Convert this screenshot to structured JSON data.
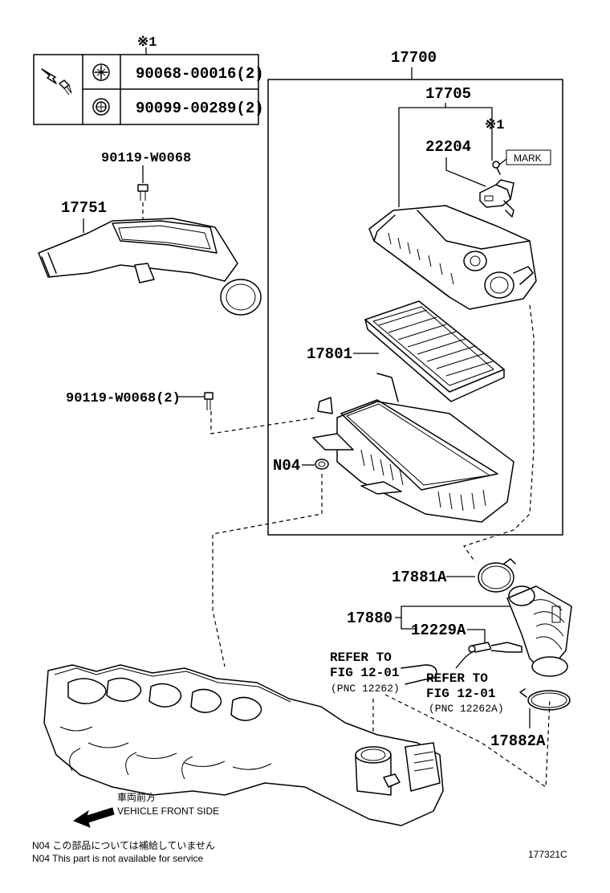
{
  "legend": {
    "marker": "※1",
    "rows": [
      {
        "part_number": "90068-00016(2)",
        "icon": "screw-head-icon"
      },
      {
        "part_number": "90099-00289(2)",
        "icon": "nut-head-icon"
      }
    ]
  },
  "parts": {
    "p17700": "17700",
    "p17705": "17705",
    "p22204": "22204",
    "p22204_marker": "※1",
    "mark_label": "MARK",
    "p90119_top": "90119-W0068",
    "p17751": "17751",
    "p17801": "17801",
    "p90119_2": "90119-W0068(2)",
    "pN04": "N04",
    "p17881A": "17881A",
    "p17880": "17880",
    "p12229A": "12229A",
    "p17882A": "17882A"
  },
  "references": {
    "ref1": {
      "line1": "REFER TO",
      "line2": "FIG 12-01",
      "pnc": "(PNC 12262)"
    },
    "ref2": {
      "line1": "REFER TO",
      "line2": "FIG 12-01",
      "pnc": "(PNC 12262A)"
    }
  },
  "direction": {
    "japanese": "車両前方",
    "english": "VEHICLE FRONT SIDE"
  },
  "footnotes": {
    "jp": "N04  この部品については補給していません",
    "en": "N04  This part is not available for service"
  },
  "figure_id": "177321C"
}
